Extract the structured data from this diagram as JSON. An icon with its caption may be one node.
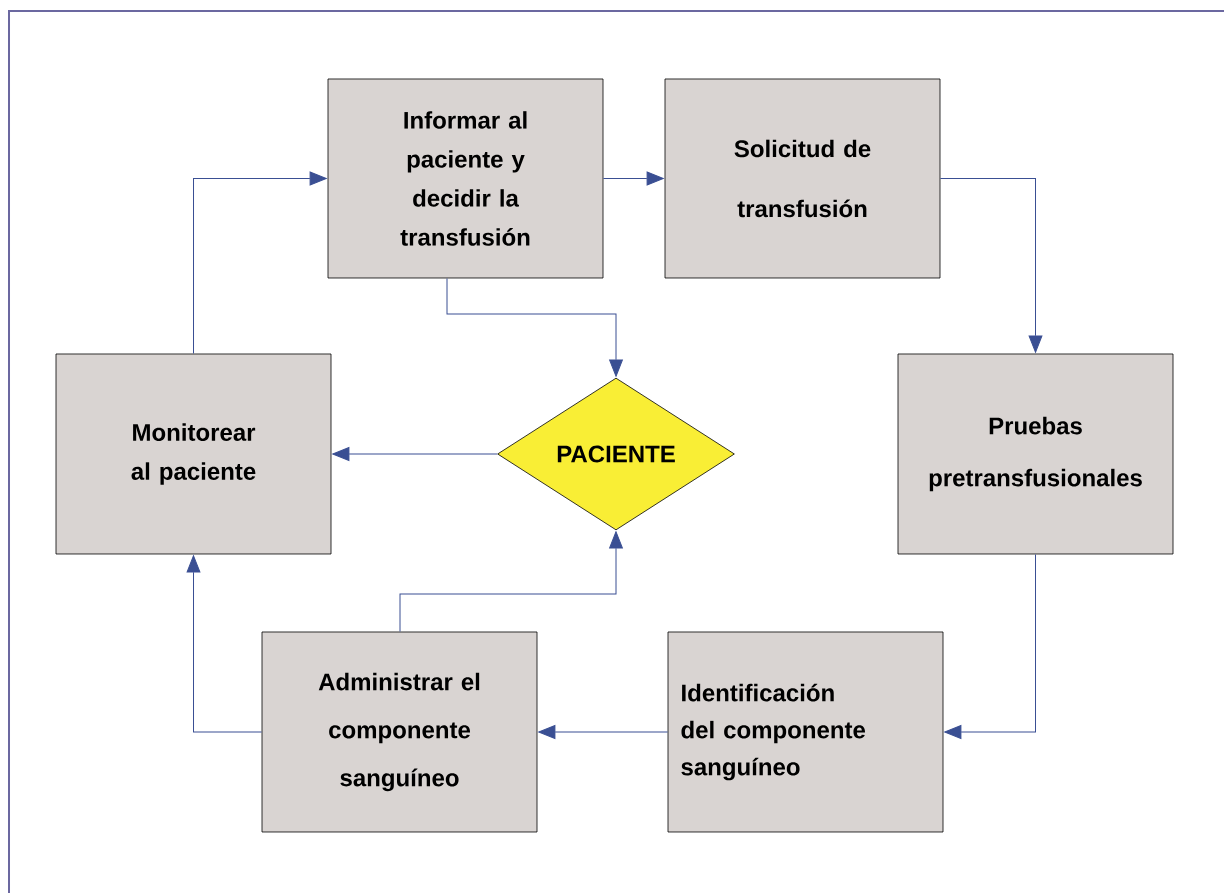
{
  "diagram": {
    "nodes": [
      {
        "text": [
          "Informar al paciente y decidir la transfusión"
        ]
      },
      {
        "text": [
          "Solicitud de transfusión"
        ]
      },
      {
        "text": [
          "Monitorear al paciente"
        ]
      },
      {
        "text": [
          "PACIENTE"
        ]
      },
      {
        "text": [
          "Pruebas pretransfusionales"
        ]
      },
      {
        "text": [
          "Administrar el componente sanguíneo"
        ]
      },
      {
        "text": [
          "Identificación del componente sanguíneo"
        ]
      }
    ],
    "edges": [
      {
        "from": 2,
        "to": 0,
        "arrow": "to"
      },
      {
        "from": 0,
        "to": 1,
        "arrow": "to"
      },
      {
        "from": 1,
        "to": 4,
        "arrow": "to"
      },
      {
        "from": 0,
        "to": 3,
        "arrow": "to"
      },
      {
        "from": 3,
        "to": 2,
        "arrow": "to"
      },
      {
        "from": 4,
        "to": 6,
        "arrow": "to"
      },
      {
        "from": 6,
        "to": 5,
        "arrow": "to"
      },
      {
        "from": 5,
        "to": 3,
        "arrow": "to"
      },
      {
        "from": 5,
        "to": 2,
        "arrow": "to"
      }
    ]
  }
}
